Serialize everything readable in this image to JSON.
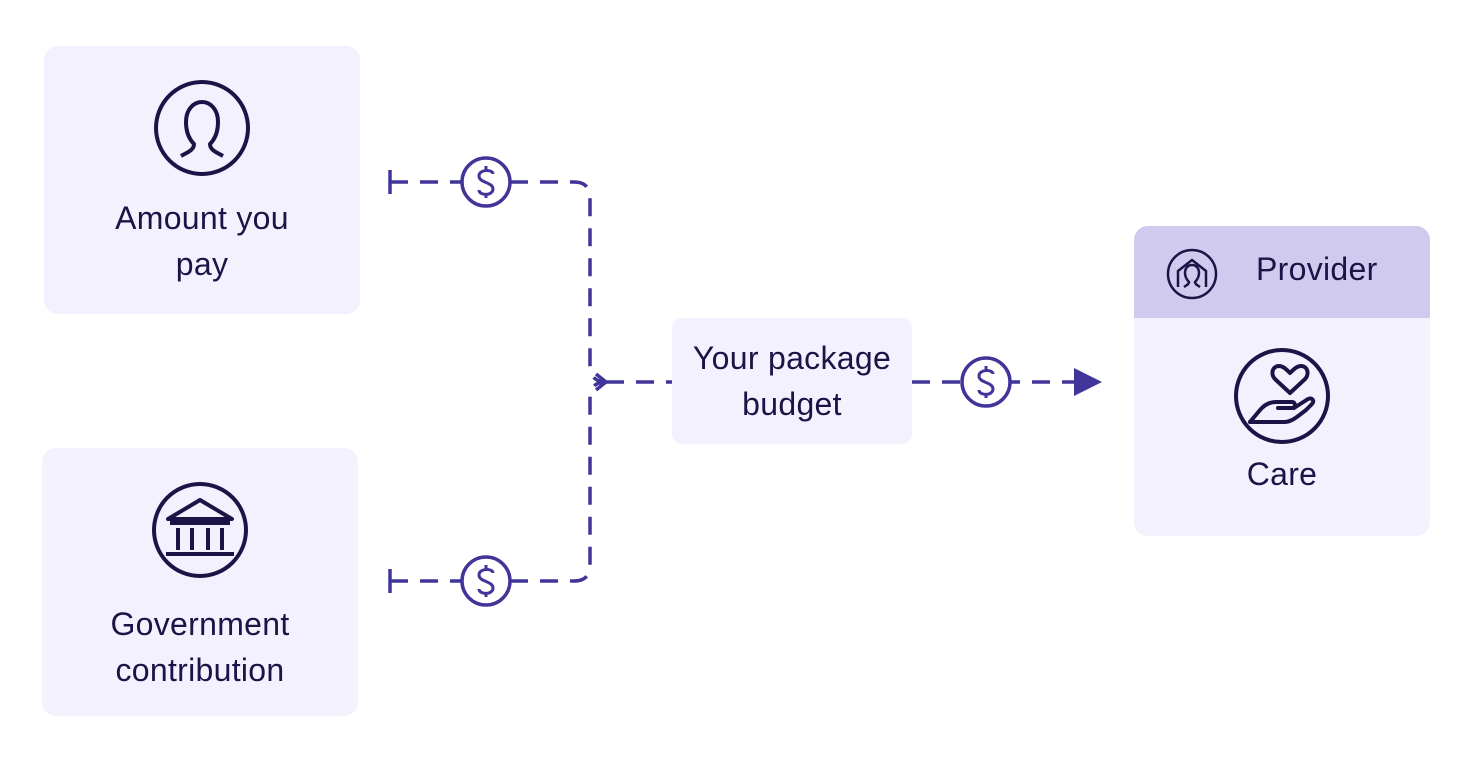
{
  "colors": {
    "box_fill": "#f2f1fd",
    "header_fill": "#d0cbee",
    "ink": "#1b1446",
    "accent": "#41359a"
  },
  "sources": [
    {
      "id": "amount",
      "icon": "person-icon",
      "lines": [
        "Amount you",
        "pay"
      ]
    },
    {
      "id": "government",
      "icon": "bank-icon",
      "lines": [
        "Government",
        "contribution"
      ]
    }
  ],
  "budget": {
    "lines": [
      "Your package",
      "budget"
    ]
  },
  "provider": {
    "title": "Provider",
    "header_icon": "house-person-icon",
    "care_icon": "hand-heart-icon",
    "care_label": "Care"
  },
  "connector_icon": "dollar-coin-icon"
}
